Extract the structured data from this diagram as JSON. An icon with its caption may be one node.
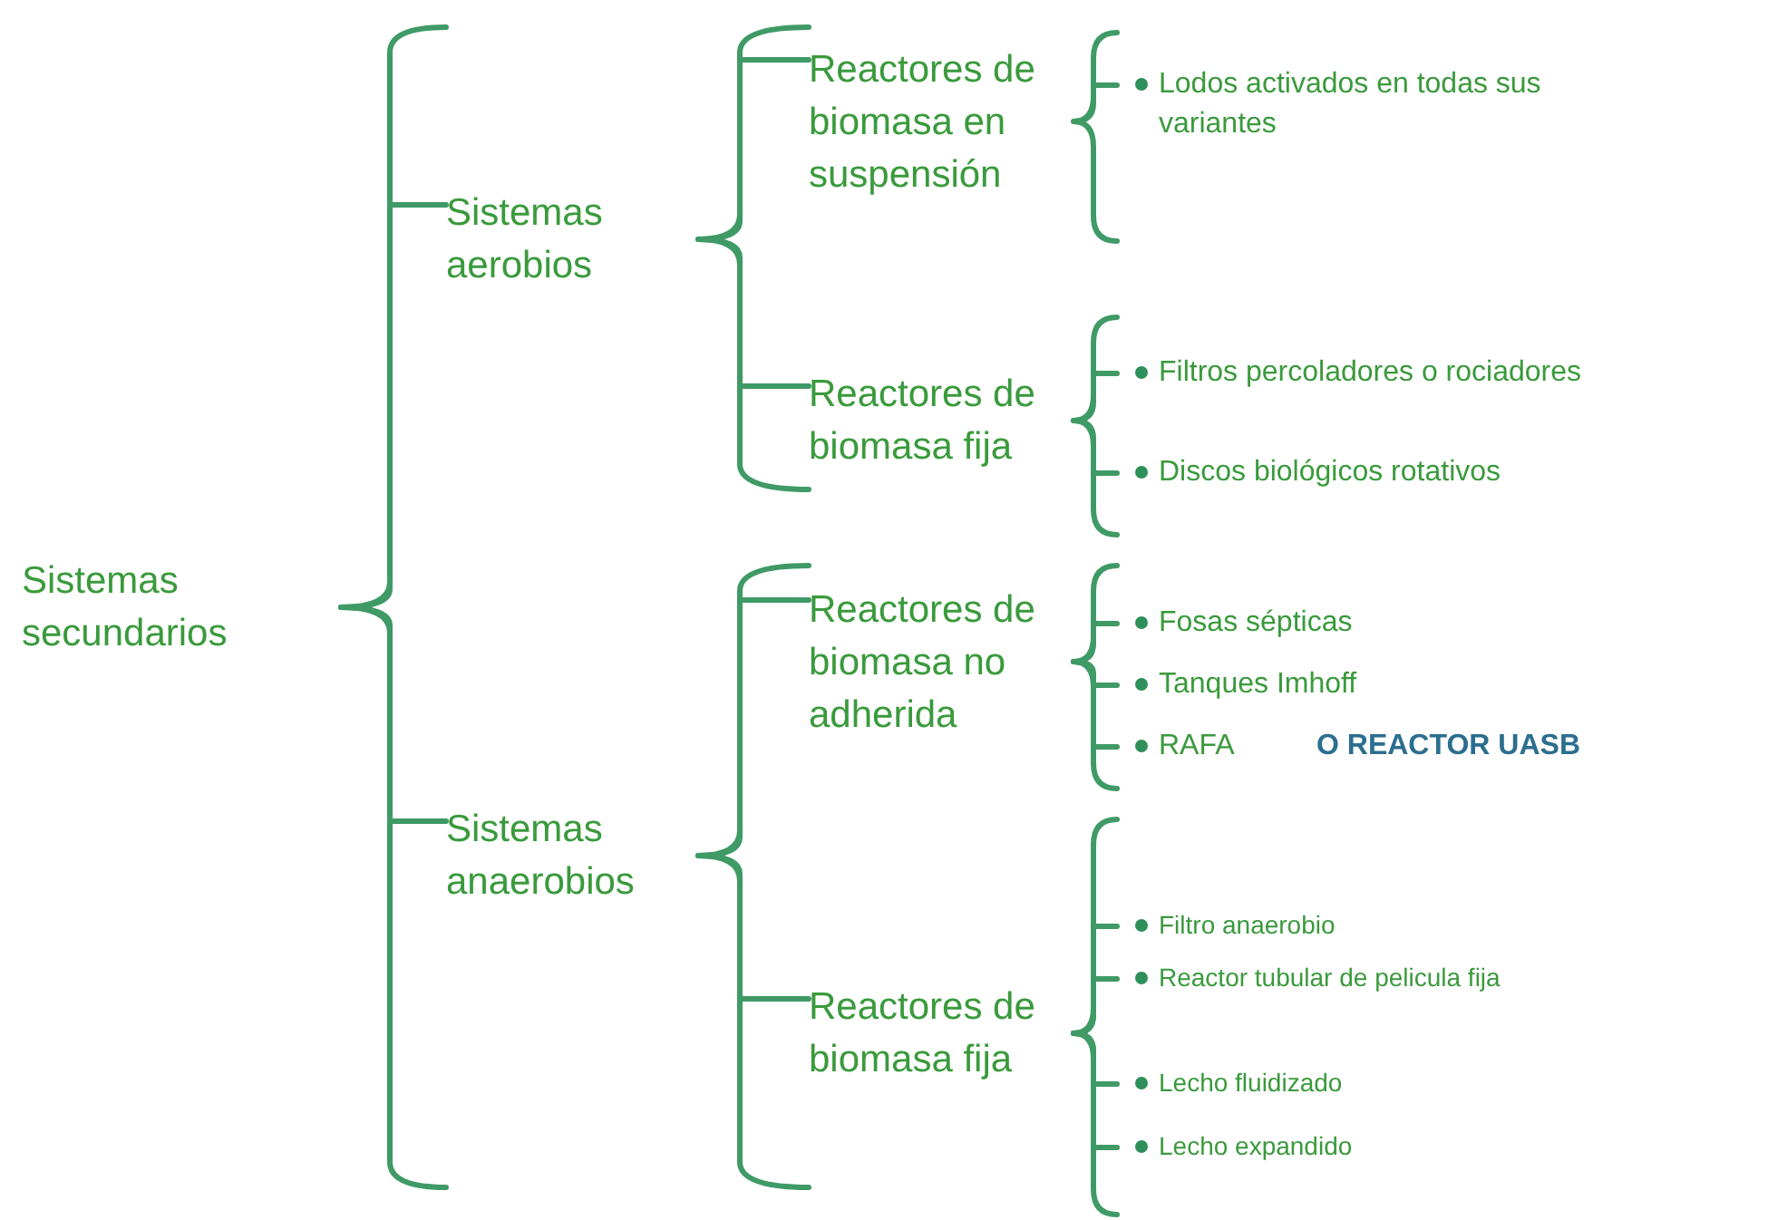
{
  "diagram": {
    "nodes": [
      {
        "text": [
          "Sistemas secundarios"
        ]
      },
      {
        "text": [
          "Sistemas aerobios"
        ]
      },
      {
        "text": [
          "Reactores de biomasa en suspensión"
        ]
      },
      {
        "text": [
          "Lodos activados en todas sus variantes"
        ]
      },
      {
        "text": [
          "Reactores de biomasa fija"
        ]
      },
      {
        "text": [
          "Filtros percoladores o rociadores"
        ]
      },
      {
        "text": [
          "Discos biológicos rotativos"
        ]
      },
      {
        "text": [
          "Sistemas anaerobios"
        ]
      },
      {
        "text": [
          "Reactores de biomasa no adherida"
        ]
      },
      {
        "text": [
          "Fosas sépticas"
        ]
      },
      {
        "text": [
          "Tanques Imhoff"
        ]
      },
      {
        "text": [
          "RAFA"
        ]
      },
      {
        "text": [
          "Reactores de biomasa fija"
        ]
      },
      {
        "text": [
          "Filtro anaerobio"
        ]
      },
      {
        "text": [
          "Reactor tubular de pelicula fija"
        ]
      },
      {
        "text": [
          "Lecho fluidizado"
        ]
      },
      {
        "text": [
          "Lecho expandido"
        ]
      }
    ],
    "edges": [
      {
        "from": 0,
        "to": 1,
        "arrow": "none"
      },
      {
        "from": 0,
        "to": 7,
        "arrow": "none"
      },
      {
        "from": 1,
        "to": 2,
        "arrow": "none"
      },
      {
        "from": 1,
        "to": 4,
        "arrow": "none"
      },
      {
        "from": 2,
        "to": 3,
        "arrow": "none"
      },
      {
        "from": 4,
        "to": 5,
        "arrow": "none"
      },
      {
        "from": 4,
        "to": 6,
        "arrow": "none"
      },
      {
        "from": 7,
        "to": 8,
        "arrow": "none"
      },
      {
        "from": 7,
        "to": 12,
        "arrow": "none"
      },
      {
        "from": 8,
        "to": 9,
        "arrow": "none"
      },
      {
        "from": 8,
        "to": 10,
        "arrow": "none"
      },
      {
        "from": 8,
        "to": 11,
        "arrow": "none"
      },
      {
        "from": 12,
        "to": 13,
        "arrow": "none"
      },
      {
        "from": 12,
        "to": 14,
        "arrow": "none"
      },
      {
        "from": 12,
        "to": 15,
        "arrow": "none"
      },
      {
        "from": 12,
        "to": 16,
        "arrow": "none"
      }
    ],
    "labels": [
      "O REACTOR UASB"
    ]
  }
}
